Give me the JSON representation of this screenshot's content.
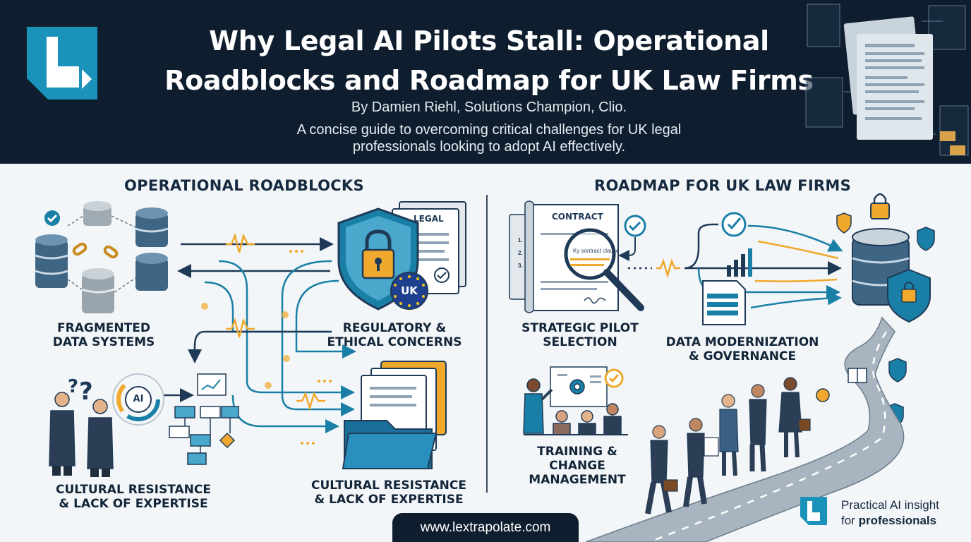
{
  "header": {
    "title_line1": "Why Legal AI Pilots Stall: Operational",
    "title_line2": "Roadblocks and Roadmap for UK Law Firms",
    "byline": "By Damien Riehl, Solutions Champion, Clio.",
    "subtitle_line1": "A concise guide to overcoming critical challenges for UK legal",
    "subtitle_line2": "professionals looking to adopt AI effectively."
  },
  "left": {
    "heading": "OPERATIONAL ROADBLOCKS",
    "fragmented": [
      "FRAGMENTED",
      "DATA SYSTEMS"
    ],
    "regulatory": [
      "REGULATORY &",
      "ETHICAL CONCERNS"
    ],
    "cultural_a": [
      "CULTURAL RESISTANCE",
      "& LACK OF EXPERTISE"
    ],
    "cultural_b": [
      "CULTURAL RESISTANCE",
      "& LACK OF EXPERTISE"
    ],
    "doc_label": "LEGAL",
    "badge_label": "UK",
    "ai_label": "AI"
  },
  "right": {
    "heading": "ROADMAP FOR UK LAW FIRMS",
    "strategic": [
      "STRATEGIC PILOT",
      "SELECTION"
    ],
    "data": [
      "DATA MODERNIZATION",
      "& GOVERNANCE"
    ],
    "training": [
      "TRAINING &",
      "CHANGE",
      "MANAGEMENT"
    ],
    "contract_label": "CONTRACT",
    "clause_label": "Ky sontract clause",
    "list_markers": [
      "1.",
      "2.",
      "3."
    ]
  },
  "footer": {
    "url": "www.lextrapolate.com",
    "tagline_line1": "Practical AI insight",
    "tagline_prefix": "for ",
    "tagline_bold": "professionals"
  },
  "colors": {
    "navy": "#0f1e2f",
    "teal": "#1a92ba",
    "orange": "#f0a92c",
    "slate": "#3f5d7c"
  }
}
